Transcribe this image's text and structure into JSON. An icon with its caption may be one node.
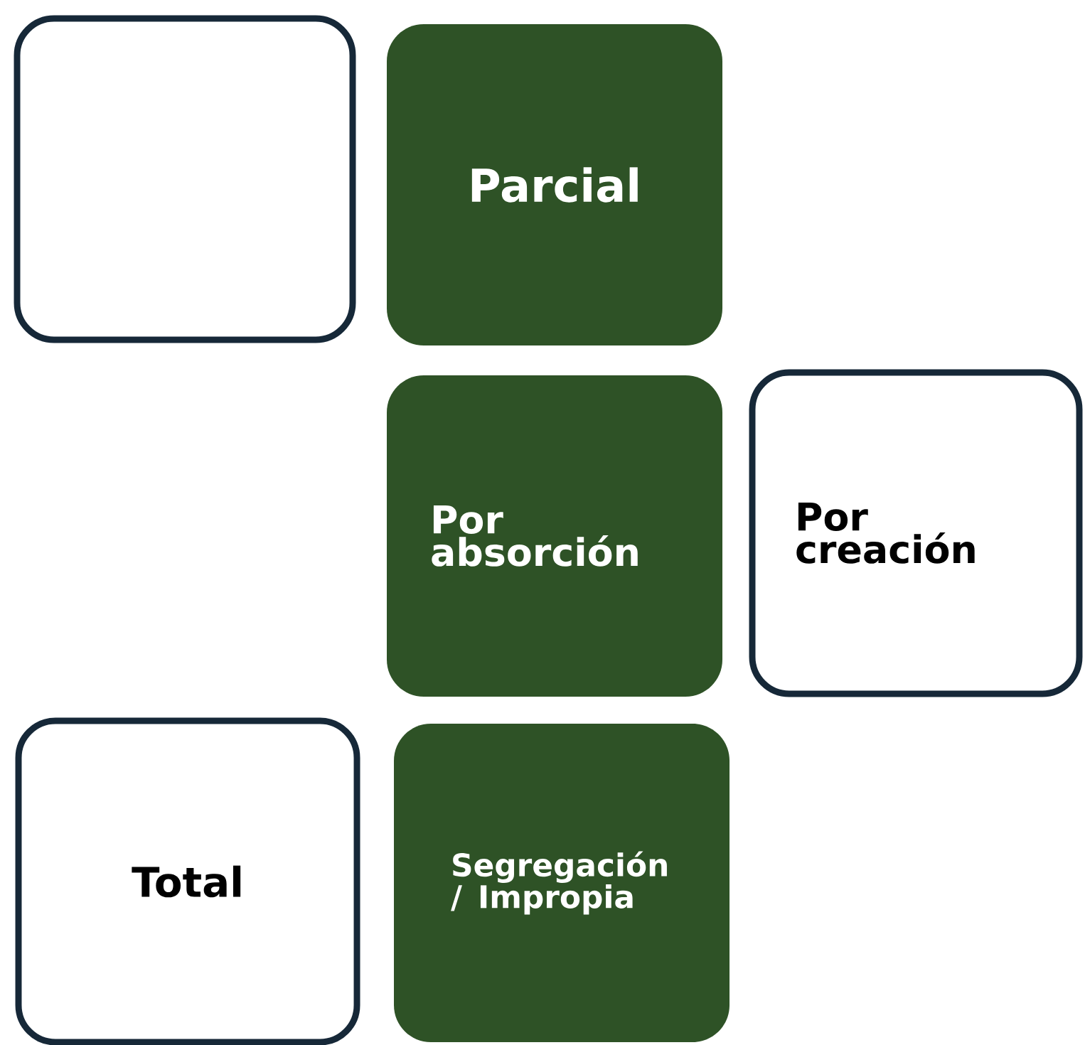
{
  "diagram": {
    "nodes": [
      {
        "text": [],
        "shape": "box"
      },
      {
        "text": [
          "Parcial"
        ]
      },
      {
        "text": [
          "Por absorción"
        ]
      },
      {
        "text": [
          "Por creación"
        ]
      },
      {
        "text": [
          "Total"
        ]
      },
      {
        "text": [
          "Segregación / Impropia"
        ]
      }
    ]
  }
}
